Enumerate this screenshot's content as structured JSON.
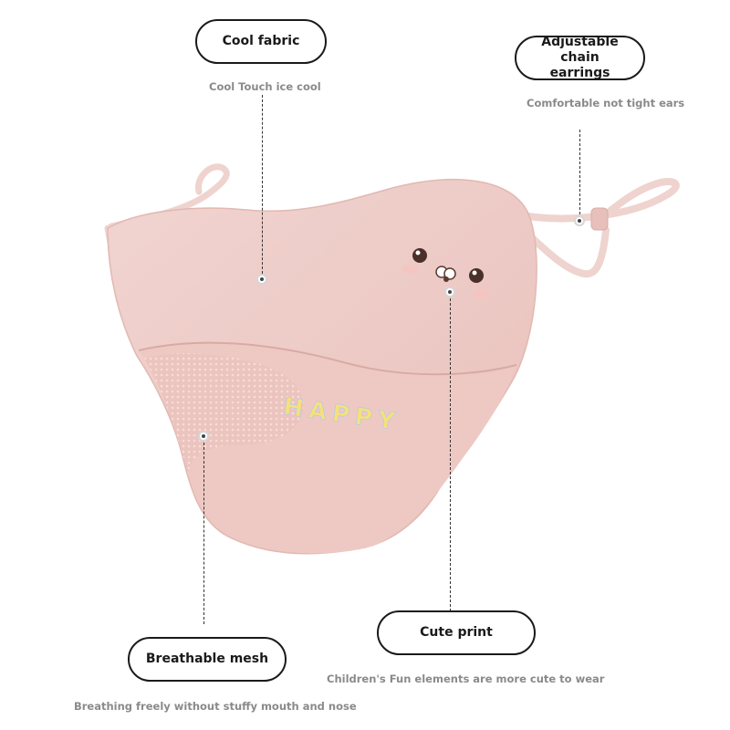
{
  "labels": {
    "cool_fabric": {
      "title": "Cool fabric",
      "caption": "Cool Touch ice cool"
    },
    "adjustable": {
      "title": "Adjustable chain earrings",
      "caption": "Comfortable not tight ears"
    },
    "breathable": {
      "title": "Breathable mesh",
      "caption": "Breathing freely without stuffy mouth and nose"
    },
    "cute_print": {
      "title": "Cute print",
      "caption": "Children's Fun elements are more cute to wear"
    }
  },
  "print_text": "HAPPY",
  "colors": {
    "mask_pink": "#efcfcb",
    "mask_shadow": "#dfb2ad",
    "outline": "#1a1a1a",
    "caption": "#8a8a8a"
  }
}
